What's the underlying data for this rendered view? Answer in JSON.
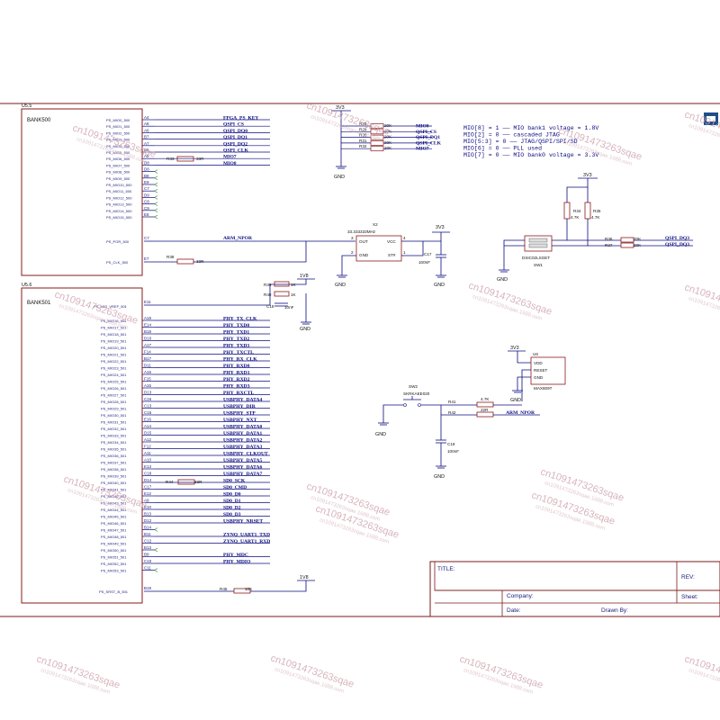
{
  "u5_top": {
    "ref": "U5.5",
    "bank": "BANK500",
    "pins": [
      {
        "name": "PS_MIO0_500",
        "num": "A4"
      },
      {
        "name": "PS_MIO1_500",
        "num": "A8"
      },
      {
        "name": "PS_MIO2_500",
        "num": "A6"
      },
      {
        "name": "PS_MIO3_500",
        "num": "B7"
      },
      {
        "name": "PS_MIO4_500",
        "num": "A7"
      },
      {
        "name": "PS_MIO5_500",
        "num": "B6"
      },
      {
        "name": "PS_MIO6_500",
        "num": "A5"
      },
      {
        "name": "PS_MIO7_500",
        "num": "D8"
      },
      {
        "name": "PS_MIO8_500",
        "num": "D8"
      },
      {
        "name": "PS_MIO9_500",
        "num": "B8"
      },
      {
        "name": "PS_MIO10_500",
        "num": "E9"
      },
      {
        "name": "PS_MIO11_500",
        "num": "C7"
      },
      {
        "name": "PS_MIO12_500",
        "num": "D9"
      },
      {
        "name": "PS_MIO13_500",
        "num": "C8"
      },
      {
        "name": "PS_MIO14_500",
        "num": "C9"
      },
      {
        "name": "PS_MIO15_500",
        "num": "E8"
      }
    ],
    "por_pin": {
      "name": "PS_POR_500",
      "num": "C7"
    },
    "clk_pin": {
      "name": "PS_CLK_500",
      "num": "E7"
    }
  },
  "top_nets": [
    "FPGA_PS_KEY",
    "QSPI_CS",
    "QSPI_DQ0",
    "QSPI_DQ1",
    "QSPI_DQ2",
    "QSPI_CLK",
    "MIO7",
    "MIO8"
  ],
  "r33": {
    "ref": "R33",
    "val": "33R"
  },
  "arm_npor_top": "ARM_NPOR",
  "r38": {
    "ref": "R38",
    "val": "33R"
  },
  "u5_bottom": {
    "ref": "U5.6",
    "bank": "BANK501",
    "vref": {
      "name": "PS_MIO_VREF_501",
      "num": "E11"
    },
    "pins": [
      {
        "name": "PS_MIO16_501",
        "num": "A19"
      },
      {
        "name": "PS_MIO17_501",
        "num": "E14"
      },
      {
        "name": "PS_MIO18_501",
        "num": "B18"
      },
      {
        "name": "PS_MIO19_501",
        "num": "D10"
      },
      {
        "name": "PS_MIO20_501",
        "num": "A17"
      },
      {
        "name": "PS_MIO21_501",
        "num": "F14"
      },
      {
        "name": "PS_MIO22_501",
        "num": "B17"
      },
      {
        "name": "PS_MIO23_501",
        "num": "D11"
      },
      {
        "name": "PS_MIO24_501",
        "num": "A16"
      },
      {
        "name": "PS_MIO25_501",
        "num": "F15"
      },
      {
        "name": "PS_MIO26_501",
        "num": "A15"
      },
      {
        "name": "PS_MIO27_501",
        "num": "D13"
      },
      {
        "name": "PS_MIO28_501",
        "num": "C16"
      },
      {
        "name": "PS_MIO29_501",
        "num": "C13"
      },
      {
        "name": "PS_MIO30_501",
        "num": "C15"
      },
      {
        "name": "PS_MIO31_501",
        "num": "E16"
      },
      {
        "name": "PS_MIO32_501",
        "num": "A14"
      },
      {
        "name": "PS_MIO33_501",
        "num": "D15"
      },
      {
        "name": "PS_MIO34_501",
        "num": "A12"
      },
      {
        "name": "PS_MIO35_501",
        "num": "F12"
      },
      {
        "name": "PS_MIO36_501",
        "num": "A11"
      },
      {
        "name": "PS_MIO37_501",
        "num": "A10"
      },
      {
        "name": "PS_MIO38_501",
        "num": "E13"
      },
      {
        "name": "PS_MIO39_501",
        "num": "C18"
      },
      {
        "name": "PS_MIO40_501",
        "num": "D14"
      },
      {
        "name": "PS_MIO41_501",
        "num": "C17"
      },
      {
        "name": "PS_MIO42_501",
        "num": "E12"
      },
      {
        "name": "PS_MIO43_501",
        "num": "A9"
      },
      {
        "name": "PS_MIO44_501",
        "num": "E10"
      },
      {
        "name": "PS_MIO45_501",
        "num": "B13"
      },
      {
        "name": "PS_MIO46_501",
        "num": "D12"
      },
      {
        "name": "PS_MIO47_501",
        "num": "B14"
      },
      {
        "name": "PS_MIO48_501",
        "num": "B11"
      },
      {
        "name": "PS_MIO49_501",
        "num": "C12"
      },
      {
        "name": "PS_MIO50_501",
        "num": "B13"
      },
      {
        "name": "PS_MIO51_501",
        "num": "B9"
      },
      {
        "name": "PS_MIO52_501",
        "num": "C10"
      },
      {
        "name": "PS_MIO53_501",
        "num": "C11"
      }
    ],
    "srst": {
      "name": "PS_SRST_B_501",
      "num": "B19"
    }
  },
  "bottom_nets": [
    "PHY_TX_CLK",
    "PHY_TXD0",
    "PHY_TXD1",
    "PHY_TXD2",
    "PHY_TXD3",
    "PHY_TXCTL",
    "PHY_RX_CLK",
    "PHY_RXD0",
    "PHY_RXD1",
    "PHY_RXD2",
    "PHY_RXD3",
    "PHY_RXCTL",
    "USBPHY_DATA4",
    "USBPHY_DIR",
    "USBPHY_STP",
    "USBPHY_NXT",
    "USBPHY_DATA0",
    "USBPHY_DATA1",
    "USBPHY_DATA2",
    "USBPHY_DATA3",
    "USBPHY_CLKOUT",
    "USBPHY_DATA5",
    "USBPHY_DATA6",
    "USBPHY_DATA7",
    "SD0_SCK",
    "SD0_CMD",
    "SD0_D0",
    "SD0_D1",
    "SD0_D2",
    "SD0_D3",
    "USBPHY_NRSET",
    "ZYNQ_UART1_TXD",
    "ZYNQ_UART1_RXD",
    "PHY_MDC",
    "PHY_MDIO"
  ],
  "r44": {
    "ref": "R44",
    "val": "33R"
  },
  "r45": {
    "ref": "R45",
    "val": "10K"
  },
  "rails": {
    "v1v8_a": "1V8",
    "v1v8_b": "1V8",
    "v3v3_a": "3V3",
    "v3v3_b": "3V3",
    "v3v3_c": "3V3"
  },
  "gnd": "GND",
  "vref_net": {
    "r_a": "R39",
    "r_a_val": "1K",
    "r_b": "R40",
    "r_b_val": "1K",
    "cap": "C18",
    "cap_val": "10nF"
  },
  "boot_res": {
    "refs": [
      "R28",
      "R29",
      "R30",
      "R31",
      "R32"
    ],
    "vals": [
      "20K",
      "20K",
      "20K",
      "20K",
      "20K"
    ],
    "nets": [
      "MIO8",
      "QSPI_CS",
      "QSPI_DQ1",
      "QSPI_CLK",
      "MIO7"
    ]
  },
  "boot_notes": [
    "MIO[8] = 1 —— MIO bank1 voltage = 1.8V",
    "MIO[2] = 0 —— cascaded JTAG",
    "MIO[5:3] = 0 —— JTAG/QSPI/SPI/SD",
    "MIO[6] = 0 —— PLL used",
    "MIO[7] = 0 —— MIO bank0 voltage = 3.3V"
  ],
  "osc": {
    "ref": "X2",
    "freq": "33.333333MHz",
    "out": "OUT",
    "vcc": "VCC",
    "gnd": "GND",
    "st": "ST#",
    "p1": "1",
    "p2": "2",
    "p3": "3",
    "p4": "4"
  },
  "c17": {
    "ref": "C17",
    "val": "100nF"
  },
  "sw1": {
    "ref": "SW1",
    "part": "DSIC02LSGET",
    "r34": "R34",
    "r34_val": "4.7K",
    "r35": "R35",
    "r35_val": "4.7K",
    "r36": "R36",
    "r36_val": "20K",
    "r37": "R37",
    "r37_val": "20K",
    "net_a": "QSPI_DQ3",
    "net_b": "QSPI_DQ3"
  },
  "reset": {
    "sw2": "SW2",
    "sw2_part": "SKRKAEE020",
    "r41": "R41",
    "r41_val": "4.7K",
    "r42": "R42",
    "r42_val": "22R",
    "net": "ARM_NPOR",
    "c19": "C19",
    "c19_val": "100nF",
    "u6": "U6",
    "u6_part": "MAX809T",
    "vdd": "VDD",
    "reset_pin": "RESET",
    "gnd_pin": "GND"
  },
  "title_block": {
    "title": "TITLE:",
    "rev": "REV:",
    "company": "Company:",
    "sheet": "Sheet:",
    "date": "Date:",
    "drawn": "Drawn By:"
  },
  "watermark": {
    "text": "cn1091473263sqae",
    "sub": "cn1091473263sqae.1688.com"
  }
}
